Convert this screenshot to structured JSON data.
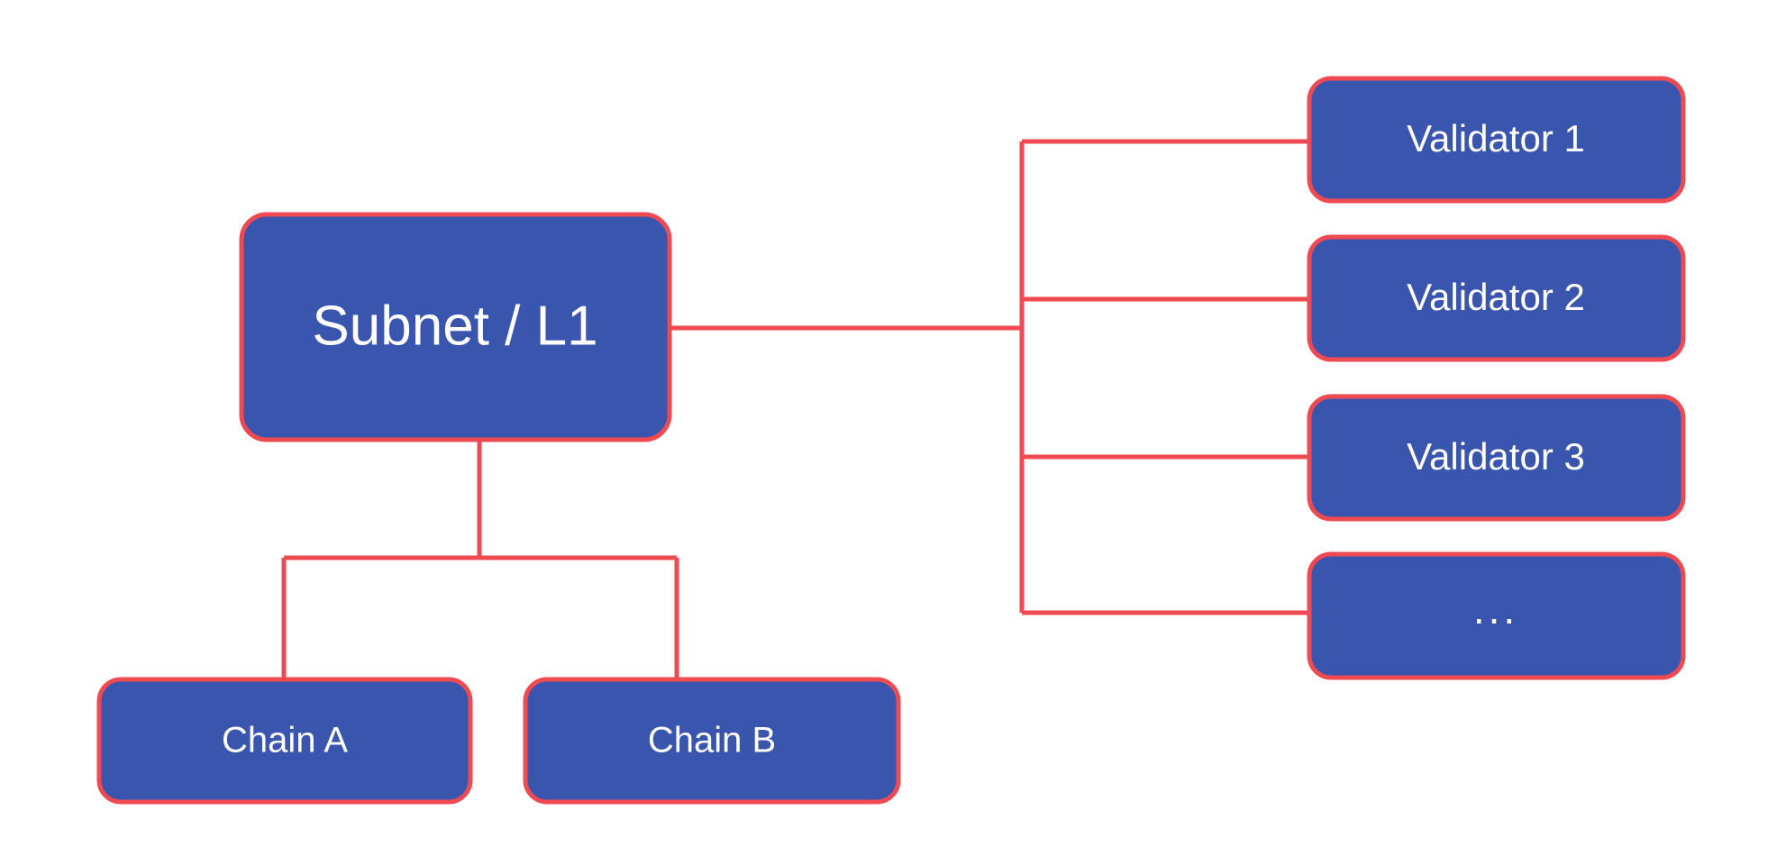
{
  "diagram": {
    "type": "tree-diagram",
    "background_color": "#ffffff",
    "node_fill_color": "#3a55ad",
    "node_border_color": "#ef4a52",
    "node_text_color": "#ffffff",
    "connector_color": "#ef4a52",
    "root": {
      "id": "subnet-l1",
      "label": "Subnet / L1"
    },
    "children": [
      {
        "id": "chain-a",
        "label": "Chain A"
      },
      {
        "id": "chain-b",
        "label": "Chain B"
      }
    ],
    "validators": [
      {
        "id": "validator-1",
        "label": "Validator 1"
      },
      {
        "id": "validator-2",
        "label": "Validator 2"
      },
      {
        "id": "validator-3",
        "label": "Validator 3"
      },
      {
        "id": "validator-more",
        "label": "..."
      }
    ]
  }
}
